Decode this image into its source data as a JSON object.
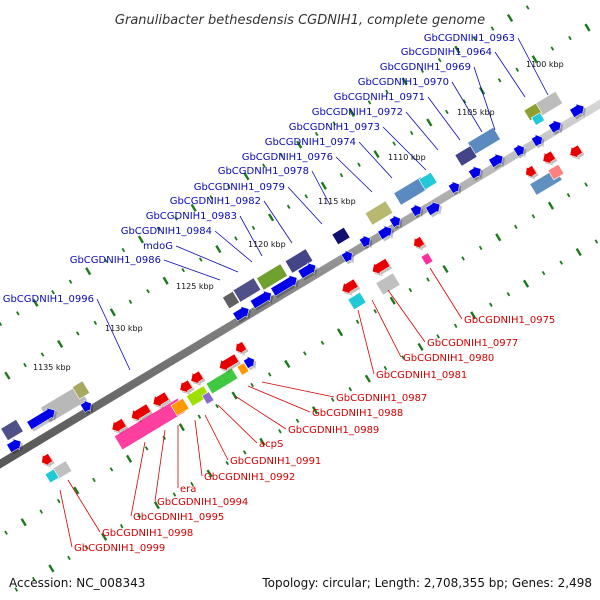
{
  "title": "Granulibacter bethesdensis CGDNIH1, complete genome",
  "footer": {
    "accession": "Accession: NC_008343",
    "summary": "Topology: circular; Length: 2,708,355 bp; Genes: 2,498"
  },
  "colors": {
    "forward_label": "#0a0ab4",
    "reverse_label": "#d40000",
    "forward_gene": "#0000e6",
    "reverse_gene": "#e60000",
    "backbone": "#888888",
    "tick": "#1a7a1a"
  },
  "scale_labels": [
    "1100 kbp",
    "1105 kbp",
    "1110 kbp",
    "1115 kbp",
    "1120 kbp",
    "1125 kbp",
    "1130 kbp",
    "1135 kbp"
  ],
  "forward_labels": [
    "GbCGDNIH1_0963",
    "GbCGDNIH1_0964",
    "GbCGDNIH1_0969",
    "GbCGDNIH1_0970",
    "GbCGDNIH1_0971",
    "GbCGDNIH1_0972",
    "GbCGDNIH1_0973",
    "GbCGDNIH1_0974",
    "GbCGDNIH1_0976",
    "GbCGDNIH1_0978",
    "GbCGDNIH1_0979",
    "GbCGDNIH1_0982",
    "GbCGDNIH1_0983",
    "GbCGDNIH1_0984",
    "mdoG",
    "GbCGDNIH1_0986",
    "GbCGDNIH1_0996"
  ],
  "reverse_labels": [
    "GbCGDNIH1_0975",
    "GbCGDNIH1_0977",
    "GbCGDNIH1_0980",
    "GbCGDNIH1_0981",
    "GbCGDNIH1_0987",
    "GbCGDNIH1_0988",
    "GbCGDNIH1_0989",
    "acpS",
    "GbCGDNIH1_0991",
    "GbCGDNIH1_0992",
    "era",
    "GbCGDNIH1_0994",
    "GbCGDNIH1_0995",
    "GbCGDNIH1_0998",
    "GbCGDNIH1_0999"
  ]
}
